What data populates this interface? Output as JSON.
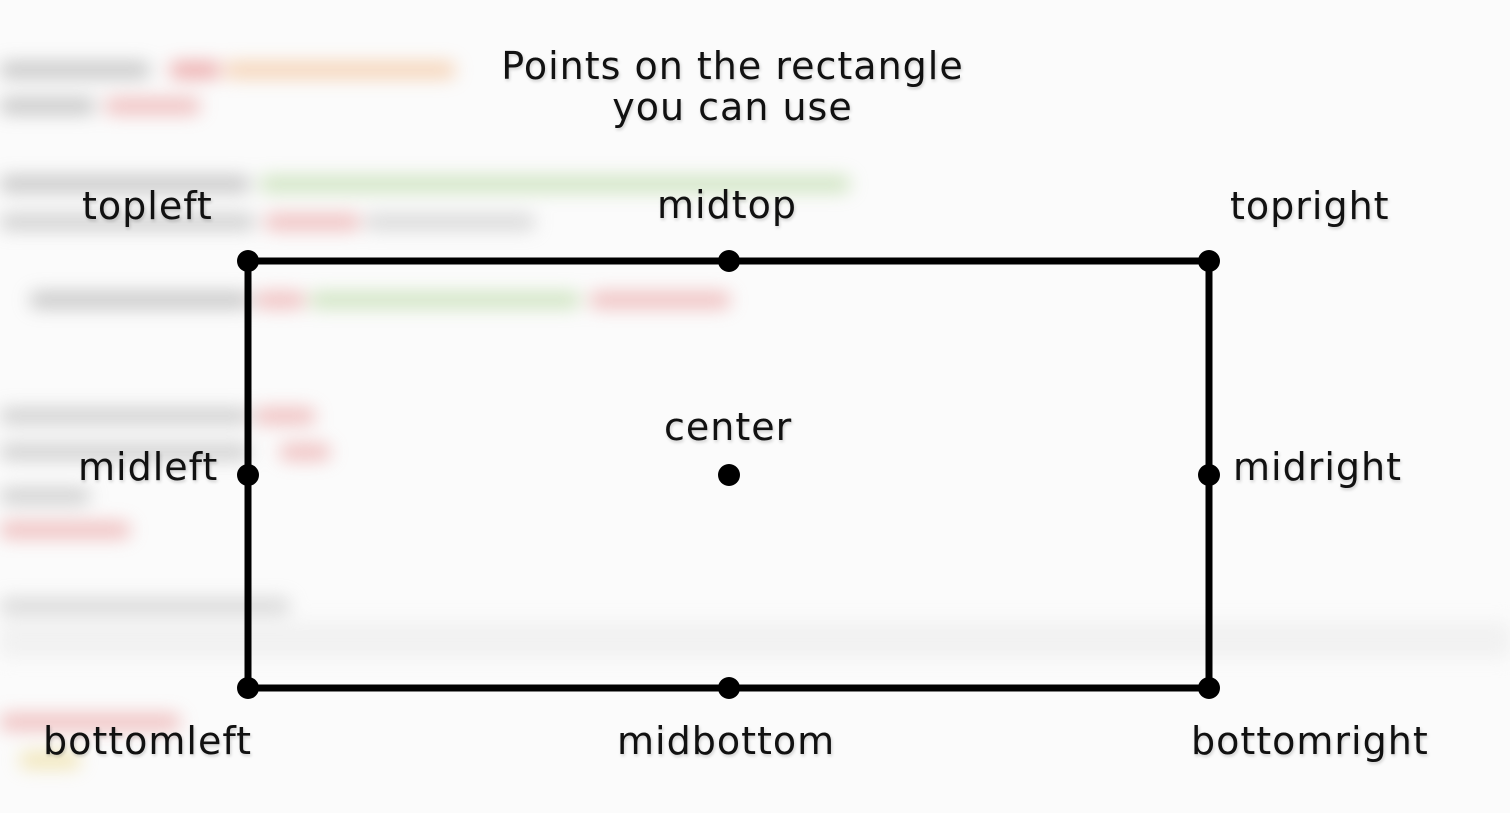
{
  "title": {
    "line1": "Points on the rectangle",
    "line2": "you can use"
  },
  "points": {
    "topleft": "topleft",
    "midtop": "midtop",
    "topright": "topright",
    "midleft": "midleft",
    "center": "center",
    "midright": "midright",
    "bottomleft": "bottomleft",
    "midbottom": "midbottom",
    "bottomright": "bottomright"
  },
  "colors": {
    "background": "#fbfbfb",
    "stroke": "#000000",
    "text": "#111111"
  }
}
